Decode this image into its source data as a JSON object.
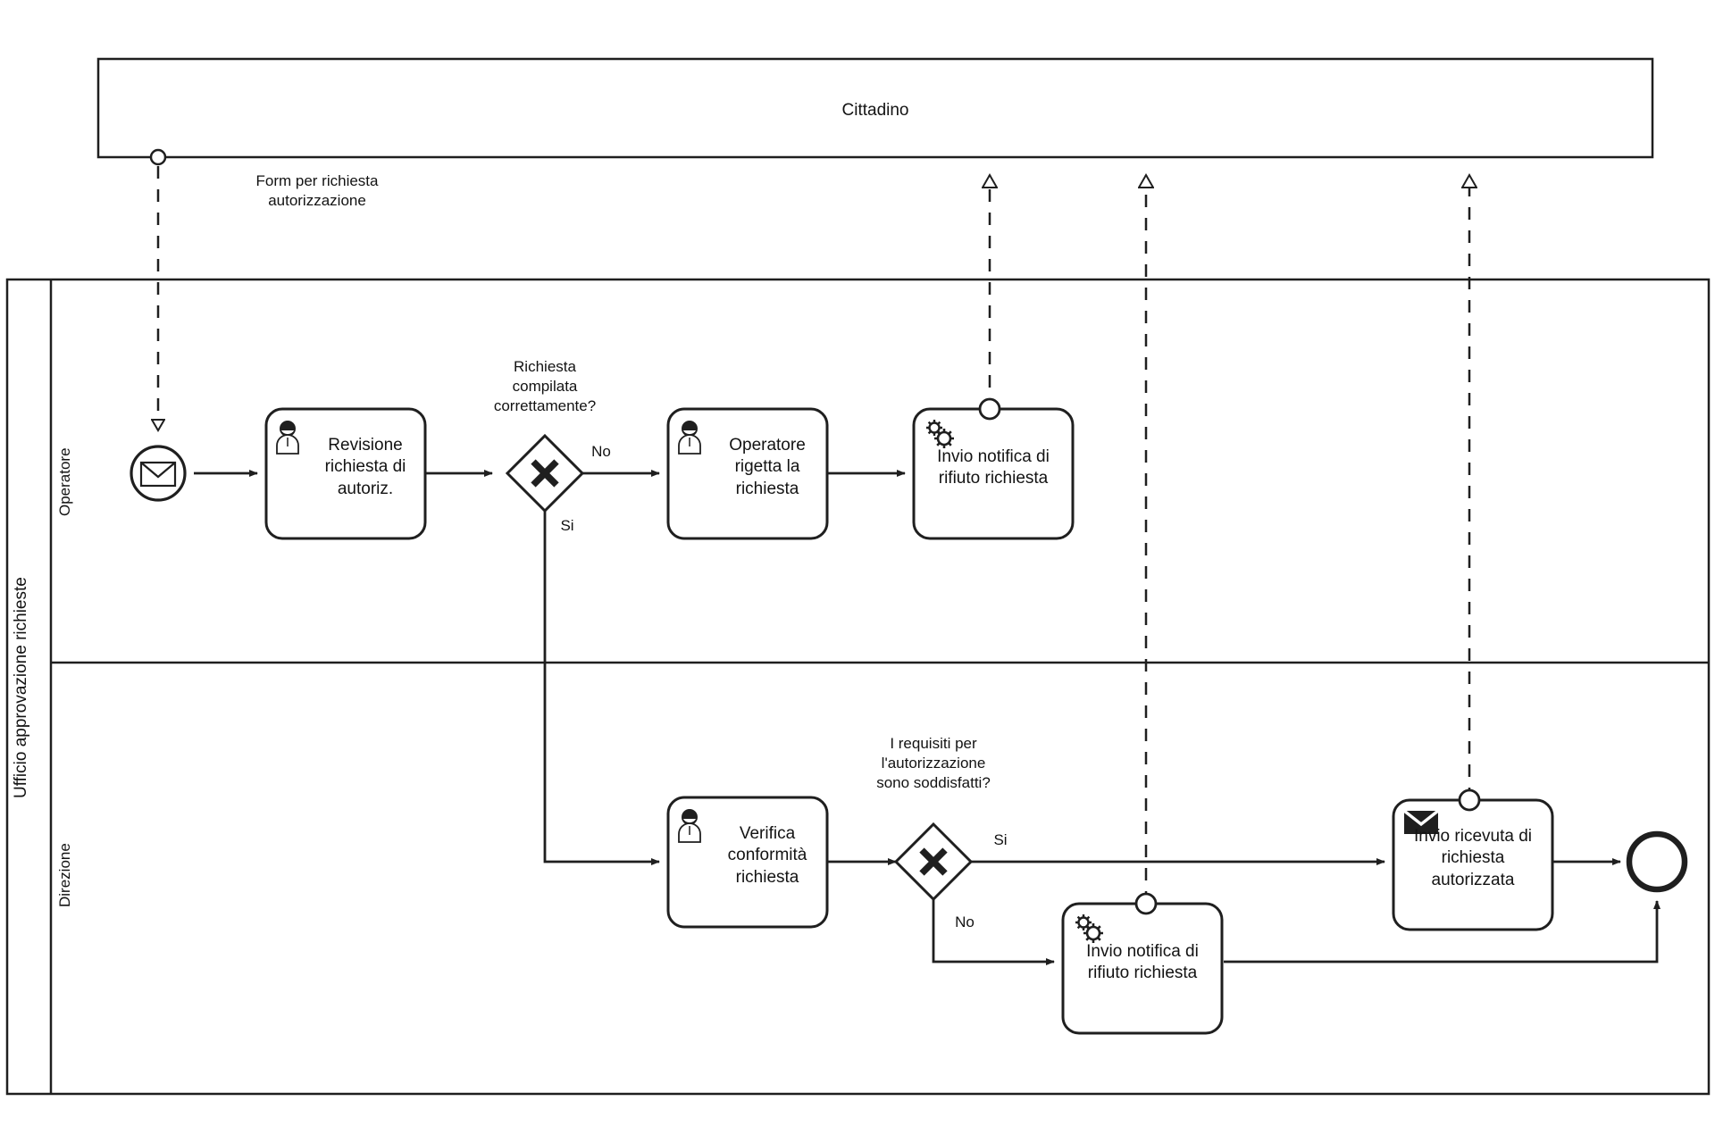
{
  "diagram": {
    "type": "bpmn-collaboration",
    "stroke_color": "#1f1f1f",
    "fill_color": "#ffffff",
    "background": "#ffffff"
  },
  "pools": [
    {
      "id": "cittadino",
      "label": "Cittadino",
      "lanes": []
    },
    {
      "id": "ufficio",
      "label": "Ufficio approvazione richieste",
      "lanes": [
        {
          "id": "operatore",
          "label": "Operatore"
        },
        {
          "id": "direzione",
          "label": "Direzione"
        }
      ]
    }
  ],
  "events": [
    {
      "id": "start-msg",
      "kind": "start-message",
      "icon": "envelope-icon",
      "lane": "operatore",
      "label": ""
    },
    {
      "id": "end-evt",
      "kind": "end",
      "icon": "end-circle-icon",
      "lane": "direzione",
      "label": ""
    },
    {
      "id": "throw-1",
      "kind": "intermediate-throw-message",
      "icon": "message-throw-icon",
      "attached_to": "task-invio-rifiuto-op"
    },
    {
      "id": "throw-2",
      "kind": "intermediate-throw-message",
      "icon": "message-throw-icon",
      "attached_to": "task-invio-rifiuto-dir"
    },
    {
      "id": "throw-3",
      "kind": "intermediate-throw-message",
      "icon": "message-throw-icon",
      "attached_to": "task-invio-ricevuta"
    }
  ],
  "tasks": [
    {
      "id": "task-revisione",
      "label": "Revisione\nrichiesta di\nautoriz.",
      "type": "user",
      "icon": "user-task-icon",
      "lane": "operatore"
    },
    {
      "id": "task-rigetta",
      "label": "Operatore\nrigetta la\nrichiesta",
      "type": "user",
      "icon": "user-task-icon",
      "lane": "operatore"
    },
    {
      "id": "task-invio-rifiuto-op",
      "label": "Invio notifica di\nrifiuto richiesta",
      "type": "service",
      "icon": "gear-task-icon",
      "lane": "operatore"
    },
    {
      "id": "task-verifica",
      "label": "Verifica\nconformità\nrichiesta",
      "type": "user",
      "icon": "user-task-icon",
      "lane": "direzione"
    },
    {
      "id": "task-invio-rifiuto-dir",
      "label": "Invio notifica di\nrifiuto richiesta",
      "type": "service",
      "icon": "gear-task-icon",
      "lane": "direzione"
    },
    {
      "id": "task-invio-ricevuta",
      "label": "Invio ricevuta di\nrichiesta\nautorizzata",
      "type": "send",
      "icon": "send-task-envelope-icon",
      "lane": "direzione"
    }
  ],
  "gateways": [
    {
      "id": "gw-1",
      "symbol": "X",
      "type": "exclusive",
      "label": "Richiesta\ncompilata\ncorrettamente?",
      "lane": "operatore"
    },
    {
      "id": "gw-2",
      "symbol": "X",
      "type": "exclusive",
      "label": "I requisiti per\nl'autorizzazione\nsono soddisfatti?",
      "lane": "direzione"
    }
  ],
  "flow_labels": {
    "gw1_no": "No",
    "gw1_si": "Si",
    "gw2_si": "Si",
    "gw2_no": "No",
    "message_start": "Form per richiesta\nautorizzazione"
  }
}
